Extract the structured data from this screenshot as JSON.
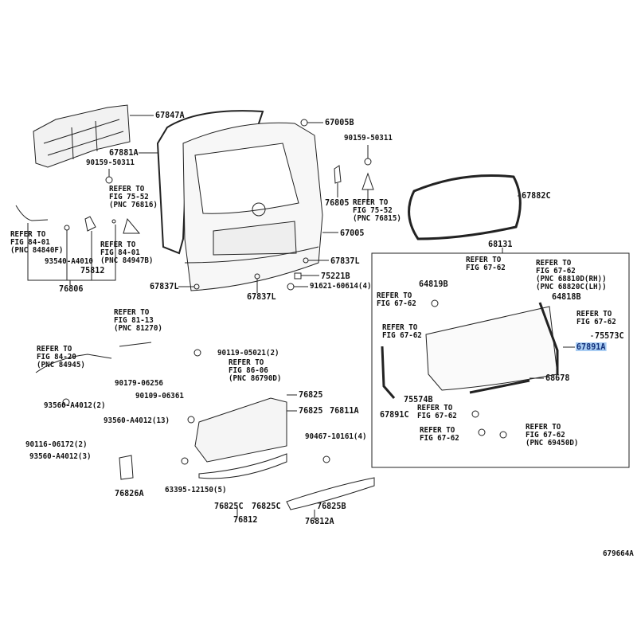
{
  "diagram_id": "679664A",
  "highlight_color": "#a9cdf3",
  "parts": {
    "p67847A": "67847A",
    "p67881A": "67881A",
    "p90159_50311_left": "90159-50311",
    "p93540_A4010": "93540-A4010",
    "p75812": "75812",
    "p76806": "76806",
    "p67837L_left": "67837L",
    "p67005B": "67005B",
    "p90159_50311_right": "90159-50311",
    "p76805": "76805",
    "p67005": "67005",
    "p67837L_right": "67837L",
    "p75221B": "75221B",
    "p91621_60614": "91621-60614(4)",
    "p67837L_bottom": "67837L",
    "p67882C": "67882C",
    "p68131": "68131",
    "p64819B": "64819B",
    "p64818B": "64818B",
    "p75573C": "75573C",
    "p67891A": "67891A",
    "p68678": "68678",
    "p75574B": "75574B",
    "p67891C": "67891C",
    "p90119_05021": "90119-05021(2)",
    "p90179_06256": "90179-06256",
    "p90109_06361": "90109-06361",
    "p76825_a": "76825",
    "p76825_b": "76825",
    "p76811A": "76811A",
    "p93560_A4012_13": "93560-A4012(13)",
    "p93560_A4012_2": "93560-A4012(2)",
    "p90116_06172": "90116-06172(2)",
    "p93560_A4012_3": "93560-A4012(3)",
    "p76826A": "76826A",
    "p63395_12150": "63395-12150(5)",
    "p76825C_a": "76825C",
    "p76825C_b": "76825C",
    "p76812": "76812",
    "p90467_10161": "90467-10161(4)",
    "p76825B": "76825B",
    "p76812A": "76812A"
  },
  "refs": {
    "r75_52_76816": [
      "REFER TO",
      "FIG 75-52",
      "(PNC 76816)"
    ],
    "r84_01_84840F": [
      "REFER TO",
      "FIG 84-01",
      "(PNC 84840F)"
    ],
    "r84_01_84947B": [
      "REFER TO",
      "FIG 84-01",
      "(PNC 84947B)"
    ],
    "r75_52_76815": [
      "REFER TO",
      "FIG 75-52",
      "(PNC 76815)"
    ],
    "r67_62_top": [
      "REFER TO",
      "FIG 67-62"
    ],
    "r67_62_hinge": [
      "REFER TO",
      "FIG 67-62",
      "(PNC 68810D(RH))",
      "(PNC 68820C(LH))"
    ],
    "r67_62_left1": [
      "REFER TO",
      "FIG 67-62"
    ],
    "r67_62_right": [
      "REFER TO",
      "FIG 67-62"
    ],
    "r67_62_left2": [
      "REFER TO",
      "FIG 67-62"
    ],
    "r67_62_bottom1": [
      "REFER TO",
      "FIG 67-62"
    ],
    "r67_62_bottom2": [
      "REFER TO",
      "FIG 67-62"
    ],
    "r67_62_69450D": [
      "REFER TO",
      "FIG 67-62",
      "(PNC 69450D)"
    ],
    "r81_13_81270": [
      "REFER TO",
      "FIG 81-13",
      "(PNC 81270)"
    ],
    "r84_20_84945": [
      "REFER TO",
      "FIG 84-20",
      "(PNC 84945)"
    ],
    "r86_06_86790D": [
      "REFER TO",
      "FIG 86-06",
      "(PNC 86790D)"
    ]
  }
}
